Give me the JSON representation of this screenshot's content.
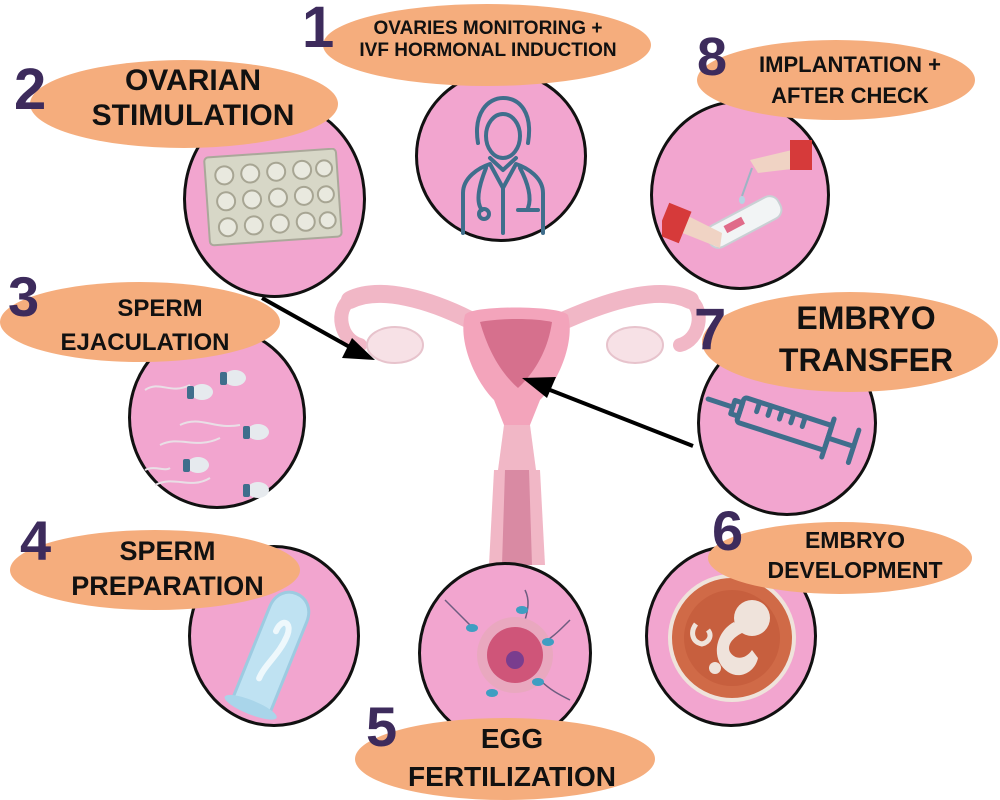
{
  "steps": [
    {
      "number": "1",
      "label_line1": "OVARIES MONITORING +",
      "label_line2": "IVF HORMONAL INDUCTION",
      "icon": "doctor-icon"
    },
    {
      "number": "2",
      "label_line1": "OVARIAN",
      "label_line2": "STIMULATION",
      "icon": "pill-blister-icon"
    },
    {
      "number": "3",
      "label_line1": "SPERM",
      "label_line2": "EJACULATION",
      "icon": "sperm-cells-icon"
    },
    {
      "number": "4",
      "label_line1": "SPERM",
      "label_line2": "PREPARATION",
      "icon": "condom-icon"
    },
    {
      "number": "5",
      "label_line1": "EGG",
      "label_line2": "FERTILIZATION",
      "icon": "egg-fertilization-icon"
    },
    {
      "number": "6",
      "label_line1": "EMBRYO",
      "label_line2": "DEVELOPMENT",
      "icon": "fetus-icon"
    },
    {
      "number": "7",
      "label_line1": "EMBRYO",
      "label_line2": "TRANSFER",
      "icon": "syringe-icon"
    },
    {
      "number": "8",
      "label_line1": "IMPLANTATION +",
      "label_line2": "AFTER CHECK",
      "icon": "pregnancy-test-icon"
    }
  ],
  "center_icon": "uterus-icon",
  "colors": {
    "circle_fill": "#f2a5cf",
    "pill_fill": "#f5ad7d",
    "number_color": "#3d2b5c",
    "outline": "#111111",
    "icon_blue": "#3f6e8c"
  }
}
